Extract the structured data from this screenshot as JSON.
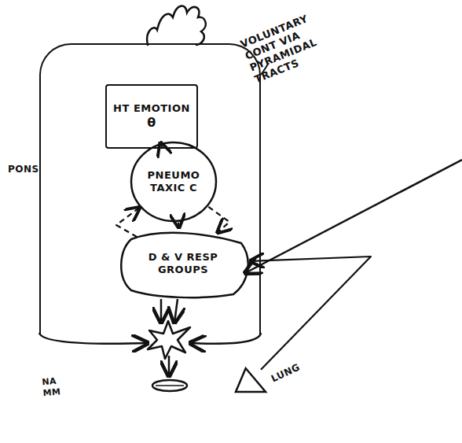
{
  "diagram": {
    "nodes": [
      {
        "text": [
          "PONS"
        ]
      },
      {
        "text": [
          "HT EMOTION",
          "θ"
        ],
        "in": 0
      },
      {
        "text": [
          "PNEUMO TAXIC C"
        ],
        "in": 0
      },
      {
        "text": [
          "D & V RESP GROUPS"
        ],
        "in": 0
      },
      {
        "text": [
          "LUNG"
        ]
      }
    ],
    "edges": [
      {
        "from": 1,
        "to": 2,
        "arrow": "to"
      },
      {
        "from": 2,
        "to": 3,
        "arrow": "to"
      },
      {
        "from": 3,
        "to": 2,
        "arrow": "to"
      },
      {
        "from": 2,
        "to": 3,
        "arrow": "to"
      },
      {
        "from": 4,
        "to": 3,
        "arrow": "to"
      }
    ],
    "labels": [
      "VOLUNTARY CONT VIA PYRAMIDAL TRACTS",
      "NA MM"
    ]
  }
}
